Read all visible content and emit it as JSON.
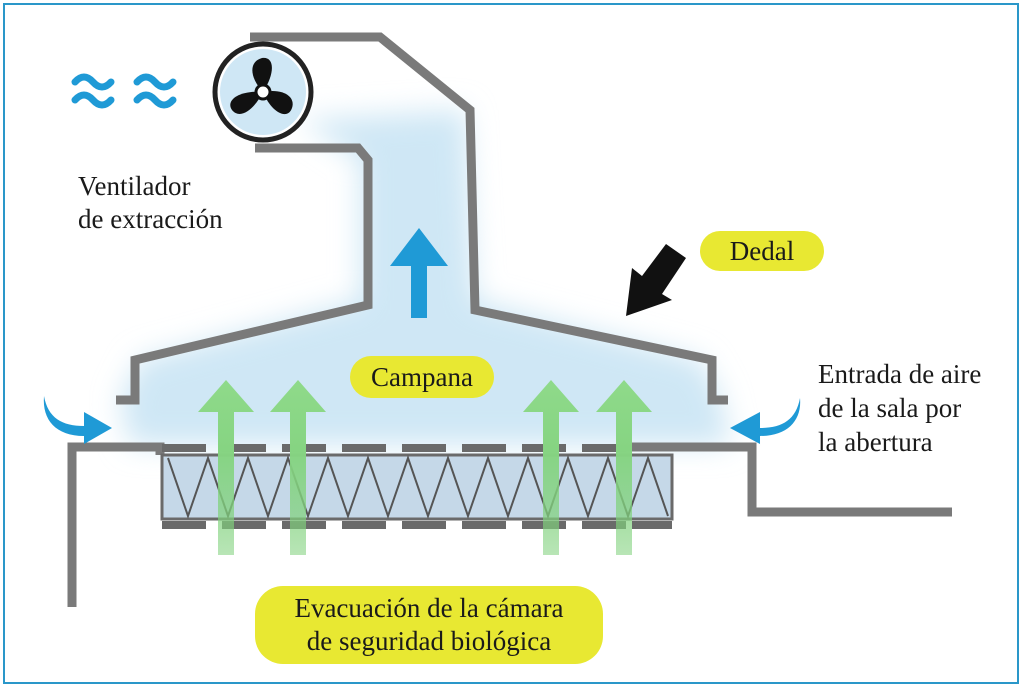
{
  "labels": {
    "fan_line1": "Ventilador",
    "fan_line2": "de extracción",
    "thimble": "Dedal",
    "hood": "Campana",
    "room_air_line1": "Entrada de aire",
    "room_air_line2": "de la sala por",
    "room_air_line3": "la abertura",
    "cabinet_exhaust_line1": "Evacuación de la cámara",
    "cabinet_exhaust_line2": "de seguridad biológica"
  },
  "colors": {
    "frame": "#2a97c9",
    "duct": "#7a7a7a",
    "air_glow": "#cfe7f5",
    "blue_arrow": "#1f9ad6",
    "green_arrow": "#7ed07a",
    "label_bg": "#e8e832",
    "filter": "#c5d8e8"
  },
  "icons": [
    "fan-icon",
    "air-waves-icon",
    "pointer-arrow-icon"
  ]
}
